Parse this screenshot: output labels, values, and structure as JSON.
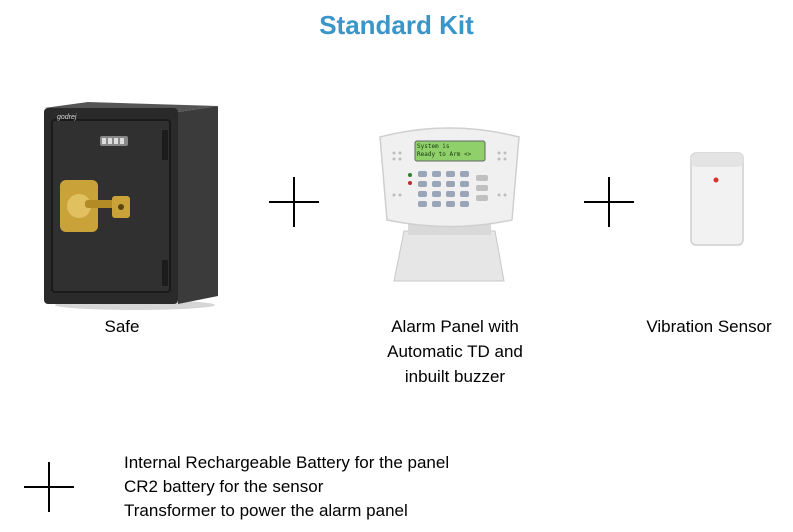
{
  "title": "Standard Kit",
  "items": {
    "safe": {
      "label": "Safe",
      "brand": "godrej"
    },
    "alarm_panel": {
      "label_lines": [
        "Alarm Panel with",
        "Automatic TD and",
        "inbuilt buzzer"
      ],
      "screen_lines": [
        "System is",
        "Ready to Arm  <>"
      ]
    },
    "sensor": {
      "label": "Vibration Sensor"
    }
  },
  "extras": {
    "icon": "plus-icon",
    "lines": [
      "Internal Rechargeable Battery for the panel",
      "CR2 battery for the sensor",
      "Transformer to power the alarm panel"
    ]
  },
  "colors": {
    "title": "#3a95c9",
    "safe_body": "#2a2a2a",
    "brass": "#c9a23a",
    "panel_lcd": "#8fd06a"
  }
}
